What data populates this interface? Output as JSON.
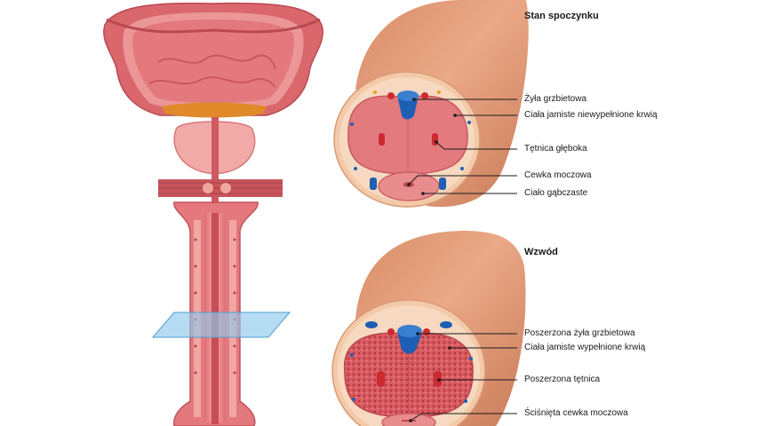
{
  "sections": {
    "resting": {
      "title": "Stan spoczynku",
      "labels": {
        "dorsal_vein": "Żyła grzbietowa",
        "corpora_cavernosa": "Ciała jamiste niewypełnione krwią",
        "deep_artery": "Tętnica głęboka",
        "urethra": "Cewka moczowa",
        "corpus_spongiosum": "Ciało gąbczaste"
      }
    },
    "erection": {
      "title": "Wzwód",
      "labels": {
        "dorsal_vein": "Poszerzona żyła grzbietowa",
        "corpora_cavernosa": "Ciała jamiste wypełnione krwią",
        "artery": "Poszerzona tętnica",
        "urethra": "Ściśnięta cewka moczowa"
      }
    }
  },
  "colors": {
    "skin": "#e9a986",
    "tissue": "#e2777c",
    "tissue_dark": "#c3505a",
    "vein": "#1e5fb4",
    "artery": "#cc2a30",
    "plane": "#8fc9ec"
  }
}
